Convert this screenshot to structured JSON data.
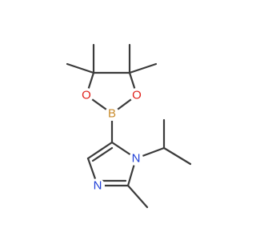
{
  "molecule": {
    "atoms": {
      "B": {
        "label": "B",
        "color": "#c88a2a"
      },
      "O_left": {
        "label": "O",
        "color": "#e0201a"
      },
      "O_right": {
        "label": "O",
        "color": "#e0201a"
      },
      "N_ring": {
        "label": "N",
        "color": "#1f3fd6"
      },
      "N_ring_imine": {
        "label": "N",
        "color": "#1f3fd6"
      }
    },
    "bond_color": "#3a3a3a",
    "background": "#ffffff"
  }
}
